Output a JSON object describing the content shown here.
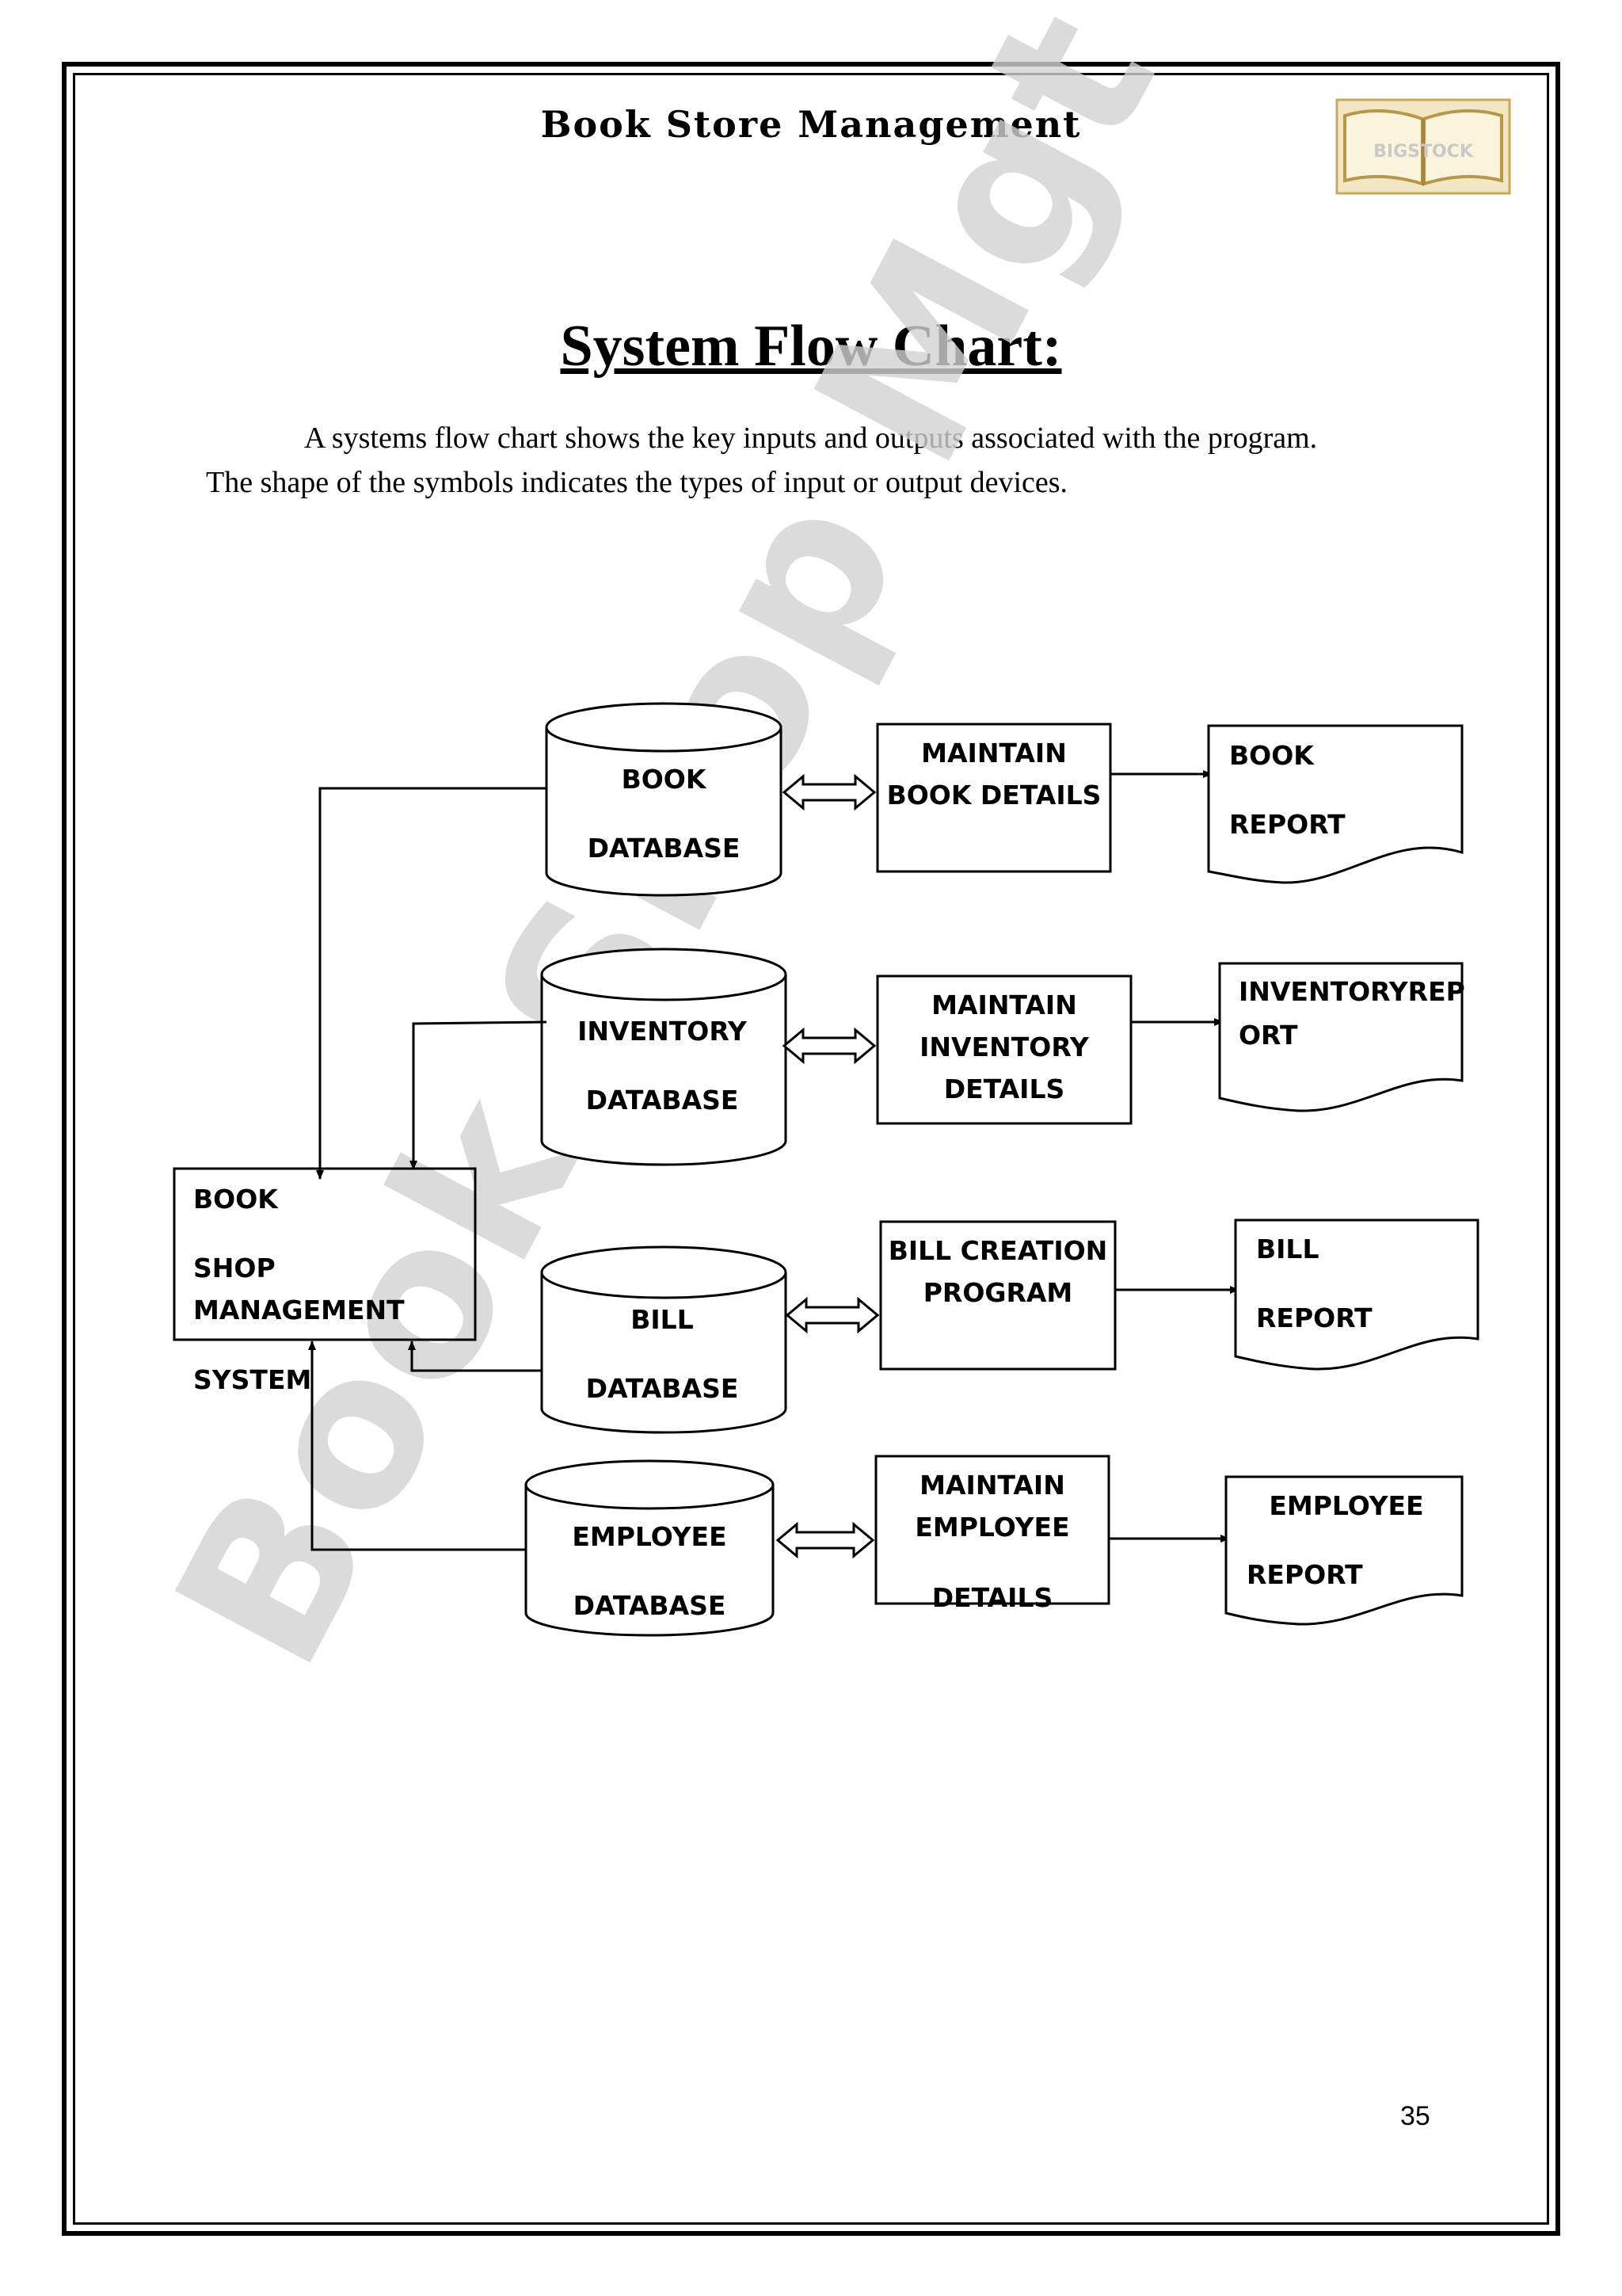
{
  "header": {
    "title": "Book Store Management",
    "logo_text": "BIGSTOCK"
  },
  "page_title": "System Flow Chart:",
  "intro": {
    "line1": "A systems flow chart shows the key inputs and outputs associated with the program.",
    "line2": "The shape of the symbols indicates the types of input or output devices."
  },
  "watermark": "Book Shop Mgt",
  "system": {
    "line1": "BOOK",
    "line2": "SHOP",
    "line3": "MANAGEMENT",
    "line4": "SYSTEM"
  },
  "databases": [
    {
      "line1": "BOOK",
      "line2": "DATABASE"
    },
    {
      "line1": "INVENTORY",
      "line2": "DATABASE"
    },
    {
      "line1": "BILL",
      "line2": "DATABASE"
    },
    {
      "line1": "EMPLOYEE",
      "line2": "DATABASE"
    }
  ],
  "processes": [
    {
      "line1": "MAINTAIN",
      "line2": "BOOK DETAILS",
      "line3": ""
    },
    {
      "line1": "MAINTAIN",
      "line2": "INVENTORY",
      "line3": "DETAILS"
    },
    {
      "line1": "BILL CREATION",
      "line2": "PROGRAM",
      "line3": ""
    },
    {
      "line1": "MAINTAIN",
      "line2": "EMPLOYEE",
      "line3": "DETAILS"
    }
  ],
  "reports": [
    {
      "line1": "BOOK",
      "line2": "REPORT"
    },
    {
      "line1": "INVENTORYREP",
      "line2": "ORT"
    },
    {
      "line1": "BILL",
      "line2": "REPORT"
    },
    {
      "line1": "EMPLOYEE",
      "line2": "REPORT"
    }
  ],
  "page_number": "35"
}
